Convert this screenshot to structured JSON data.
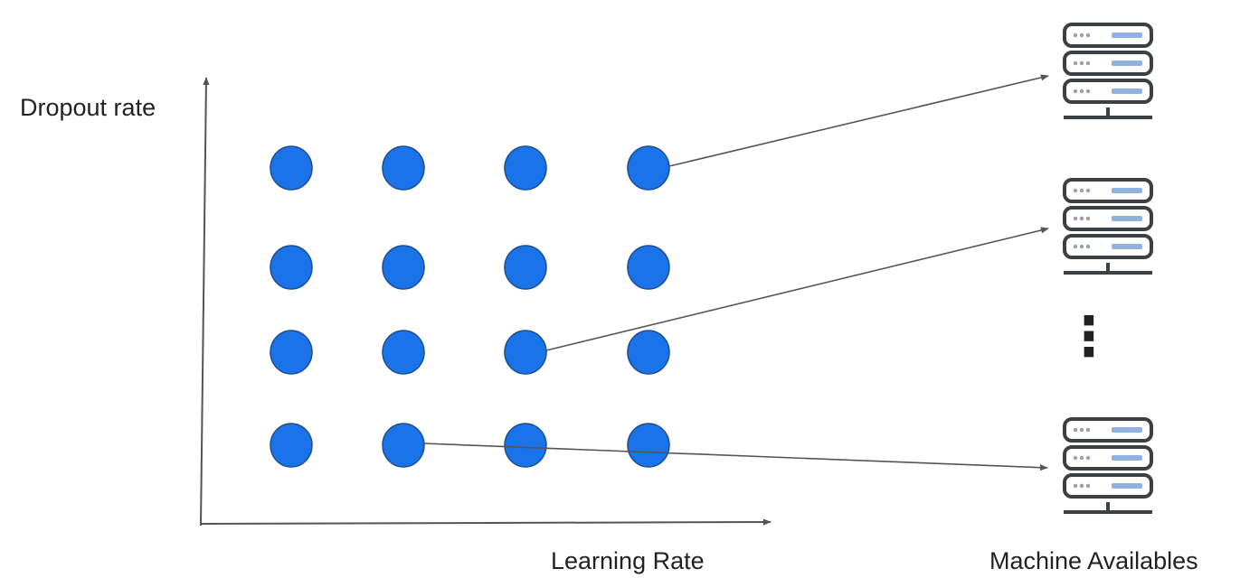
{
  "diagram": {
    "y_axis_label": "Dropout rate",
    "x_axis_label": "Learning Rate",
    "machines_label": "Machine Availables",
    "grid": {
      "rows": 4,
      "cols": 4
    },
    "assignments": [
      {
        "from_row": 1,
        "from_col": 4,
        "to_machine": 1
      },
      {
        "from_row": 3,
        "from_col": 3,
        "to_machine": 2
      },
      {
        "from_row": 4,
        "from_col": 2,
        "to_machine": 3
      }
    ],
    "machines_count": 3,
    "ellipsis": "⋮"
  },
  "icons": {
    "machine": "server-rack-icon",
    "point": "hyperparameter-point"
  },
  "colors": {
    "point_fill": "#1a73e8",
    "point_stroke": "#1d4f8f",
    "axis": "#555555",
    "arrow": "#555555",
    "server_outline": "#3c4043",
    "server_bar": "#8fb2e0",
    "text": "#222222"
  }
}
